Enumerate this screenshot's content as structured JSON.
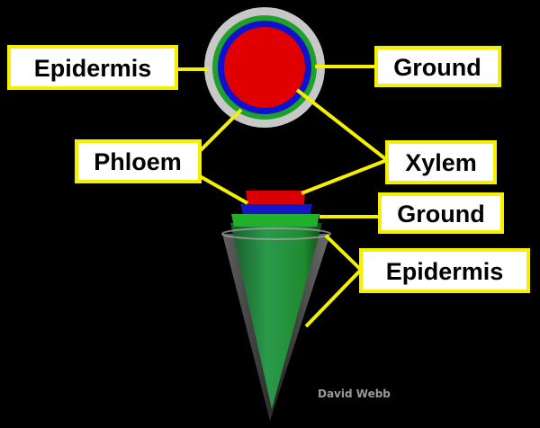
{
  "labels": {
    "epidermis_top": "Epidermis",
    "ground_top": "Ground",
    "phloem": "Phloem",
    "xylem": "Xylem",
    "ground_bottom": "Ground",
    "epidermis_bottom": "Epidermis"
  },
  "credit": "David Webb",
  "colors": {
    "epidermis": "#c8c8c8",
    "ground": "#1fa02a",
    "phloem": "#1010d0",
    "xylem": "#e00000",
    "label_border": "#f5f000"
  }
}
